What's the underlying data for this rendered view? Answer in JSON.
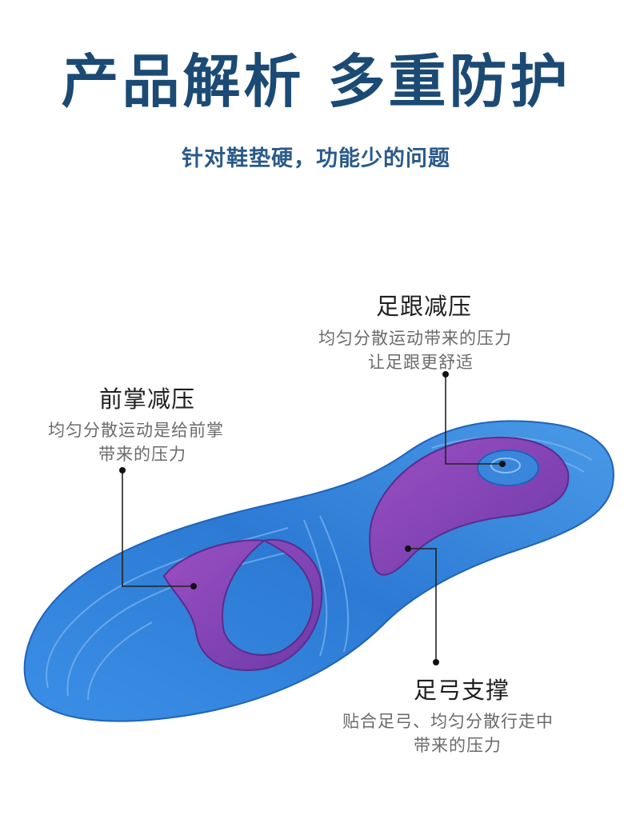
{
  "header": {
    "title": "产品解析 多重防护",
    "subtitle": "针对鞋垫硬，功能少的问题"
  },
  "callouts": {
    "heel": {
      "heading": "足跟减压",
      "lines": [
        "均匀分散运动带来的压力",
        "让足跟更舒适"
      ]
    },
    "forefoot": {
      "heading": "前掌减压",
      "lines": [
        "均匀分散运动是给前掌",
        "带来的压力"
      ]
    },
    "arch": {
      "heading": "足弓支撑",
      "lines": [
        "贴合足弓、均匀分散行走中",
        "带来的压力"
      ]
    }
  },
  "colors": {
    "title": "#1b4a74",
    "subtitle": "#2a5a8a",
    "insole_blue": "#2f7fd6",
    "gel_purple": "#7b3fb0"
  },
  "icons": {
    "pointer_dot": "dot-marker"
  }
}
